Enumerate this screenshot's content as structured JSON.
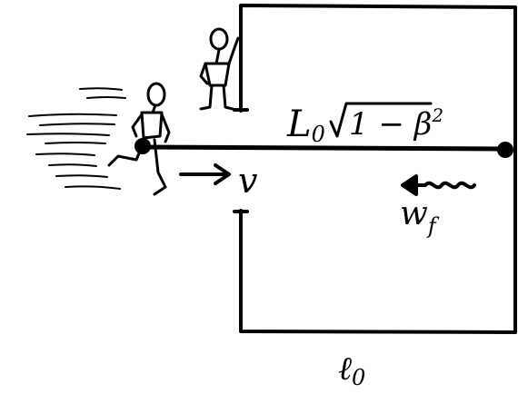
{
  "labels": {
    "contracted_length": {
      "symbol": "L",
      "subscript": "0",
      "radicand": "1 − β",
      "exponent": "2"
    },
    "velocity": "v",
    "wave": {
      "symbol": "w",
      "subscript": "f"
    },
    "rest_length": {
      "symbol": "ℓ",
      "subscript": "0"
    }
  },
  "colors": {
    "ink": "#000000",
    "background": "#ffffff"
  }
}
